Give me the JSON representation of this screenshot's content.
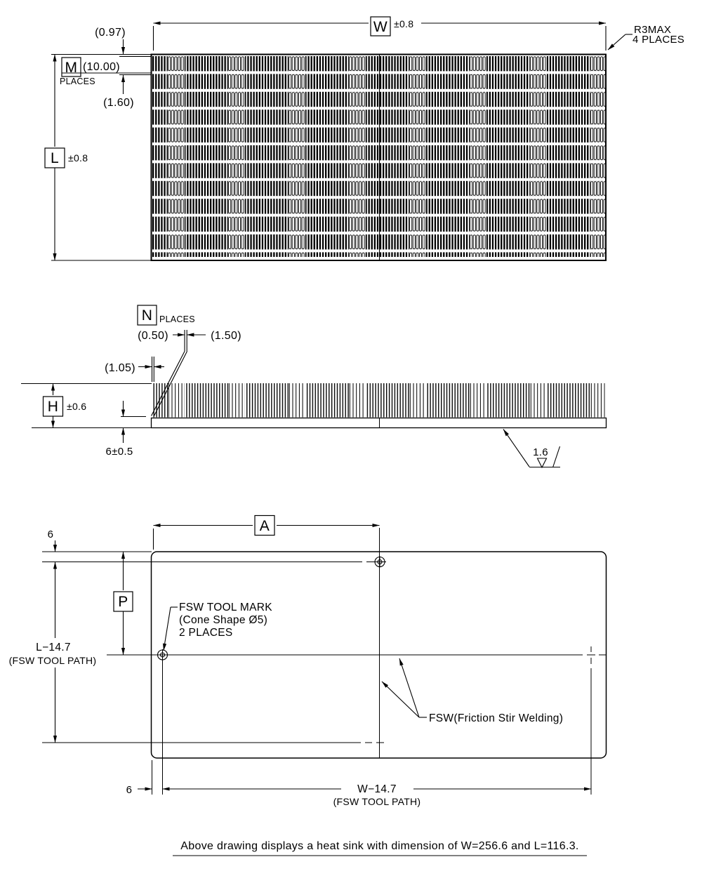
{
  "drawing": {
    "caption": "Above drawing displays a heat sink with dimension of W=256.6 and L=116.3.",
    "top_view": {
      "width_letter": "W",
      "width_tol": "±0.8",
      "length_letter": "L",
      "length_tol": "±0.8",
      "row_offset": "(0.97)",
      "row_pitch_letter": "M",
      "row_pitch_places": "PLACES",
      "row_pitch": "(10.00)",
      "row_gap": "(1.60)",
      "corner_radius_note_1": "R3MAX",
      "corner_radius_note_2": "4 PLACES"
    },
    "side_view": {
      "fin_count_letter": "N",
      "fin_count_places": "PLACES",
      "fin_thickness": "(0.50)",
      "fin_pitch": "(1.50)",
      "first_fin_offset": "(1.05)",
      "height_letter": "H",
      "height_tol": "±0.6",
      "base_thickness": "6±0.5",
      "surface_finish": "1.6"
    },
    "bottom_view": {
      "path_half_width_letter": "A",
      "path_offset_letter": "P",
      "edge_offset_top": "6",
      "edge_offset_bottom": "6",
      "path_length_line1": "L−14.7",
      "path_length_line2": "(FSW TOOL PATH)",
      "path_width_line1": "W−14.7",
      "path_width_line2": "(FSW TOOL PATH)",
      "tool_mark_line1": "FSW TOOL MARK",
      "tool_mark_line2": "(Cone Shape Ø5)",
      "tool_mark_line3": "2 PLACES",
      "fsw_label": "FSW(Friction Stir Welding)"
    }
  }
}
